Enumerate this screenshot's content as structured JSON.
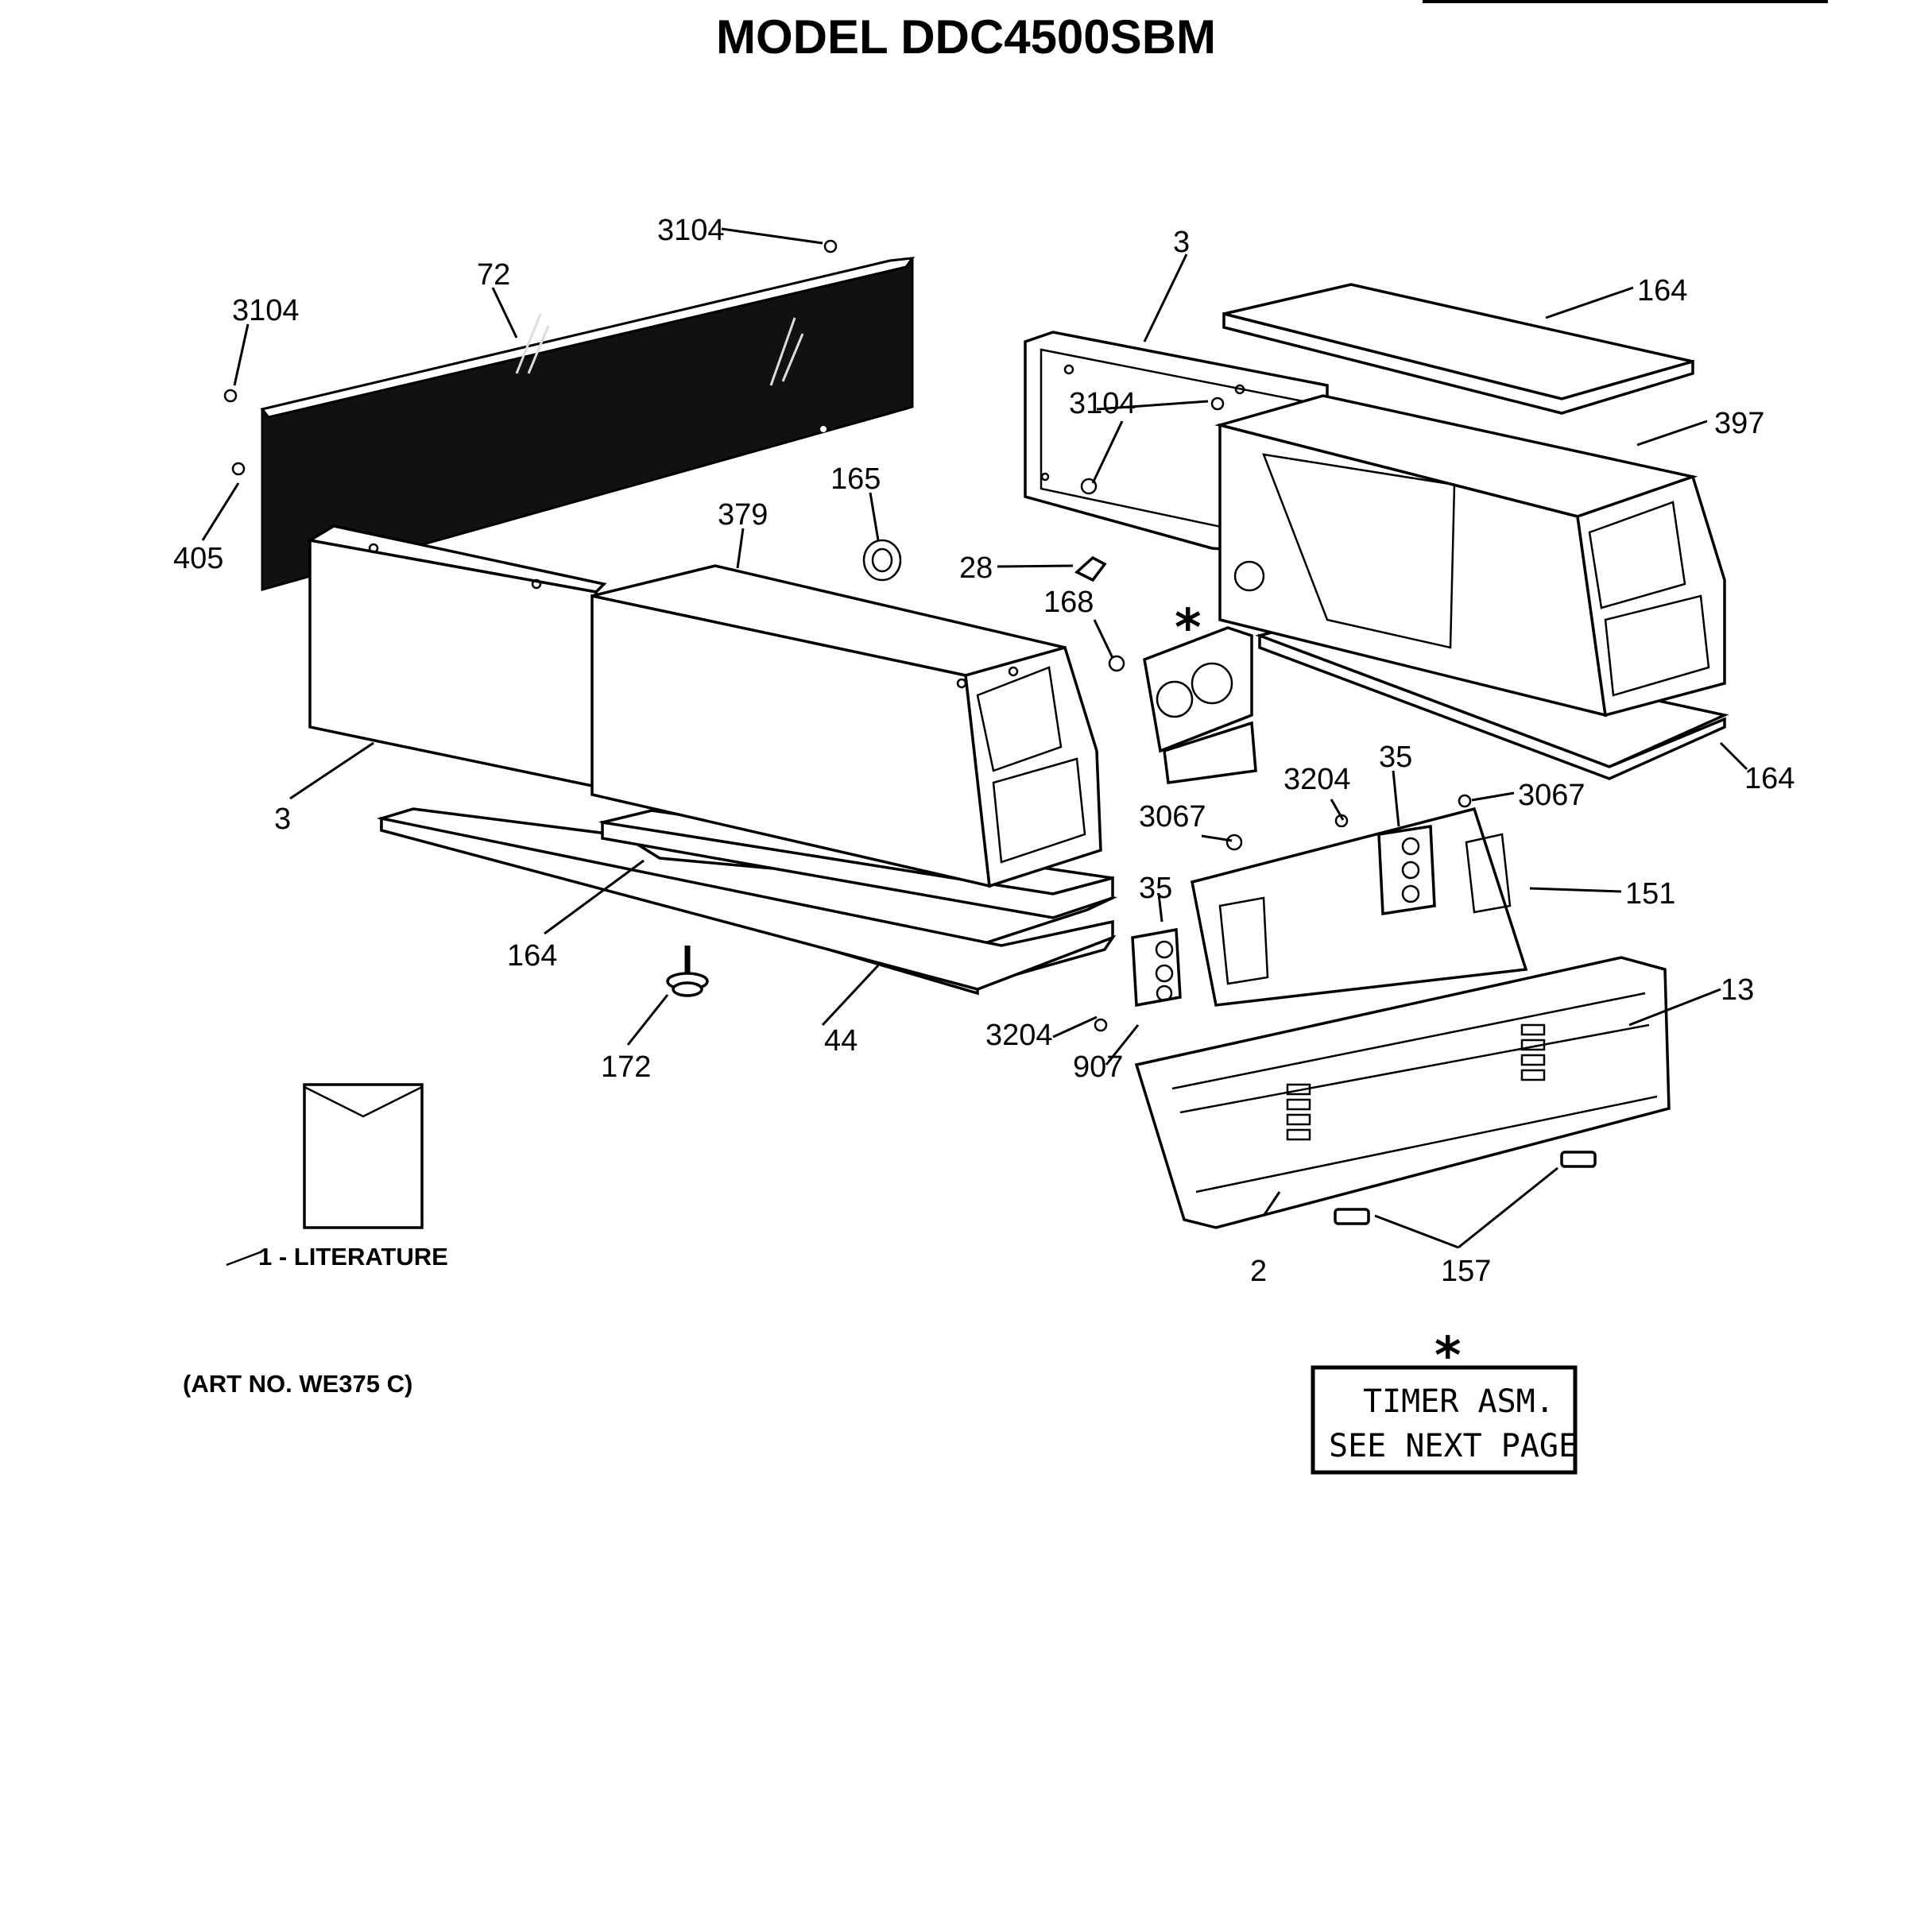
{
  "title": "MODEL DDC4500SBM",
  "callouts": {
    "c3104a": "3104",
    "c3104b": "3104",
    "c3104c": "3104",
    "c72": "72",
    "c405": "405",
    "c165": "165",
    "c379": "379",
    "c3a": "3",
    "c3b": "3",
    "c164a": "164",
    "c164b": "164",
    "c164c": "164",
    "c397": "397",
    "c28": "28",
    "c168": "168",
    "c3204a": "3204",
    "c3204b": "3204",
    "c35a": "35",
    "c35b": "35",
    "c3067a": "3067",
    "c3067b": "3067",
    "c151": "151",
    "c13": "13",
    "c907": "907",
    "c172": "172",
    "c44": "44",
    "c2": "2",
    "c157": "157",
    "star_a": "*",
    "star_b": "*"
  },
  "literature_label": "1 - LITERATURE",
  "art_no": "(ART NO. WE375 C)",
  "timer_note": {
    "line1": "TIMER ASM.",
    "line2": "SEE NEXT PAGE"
  }
}
